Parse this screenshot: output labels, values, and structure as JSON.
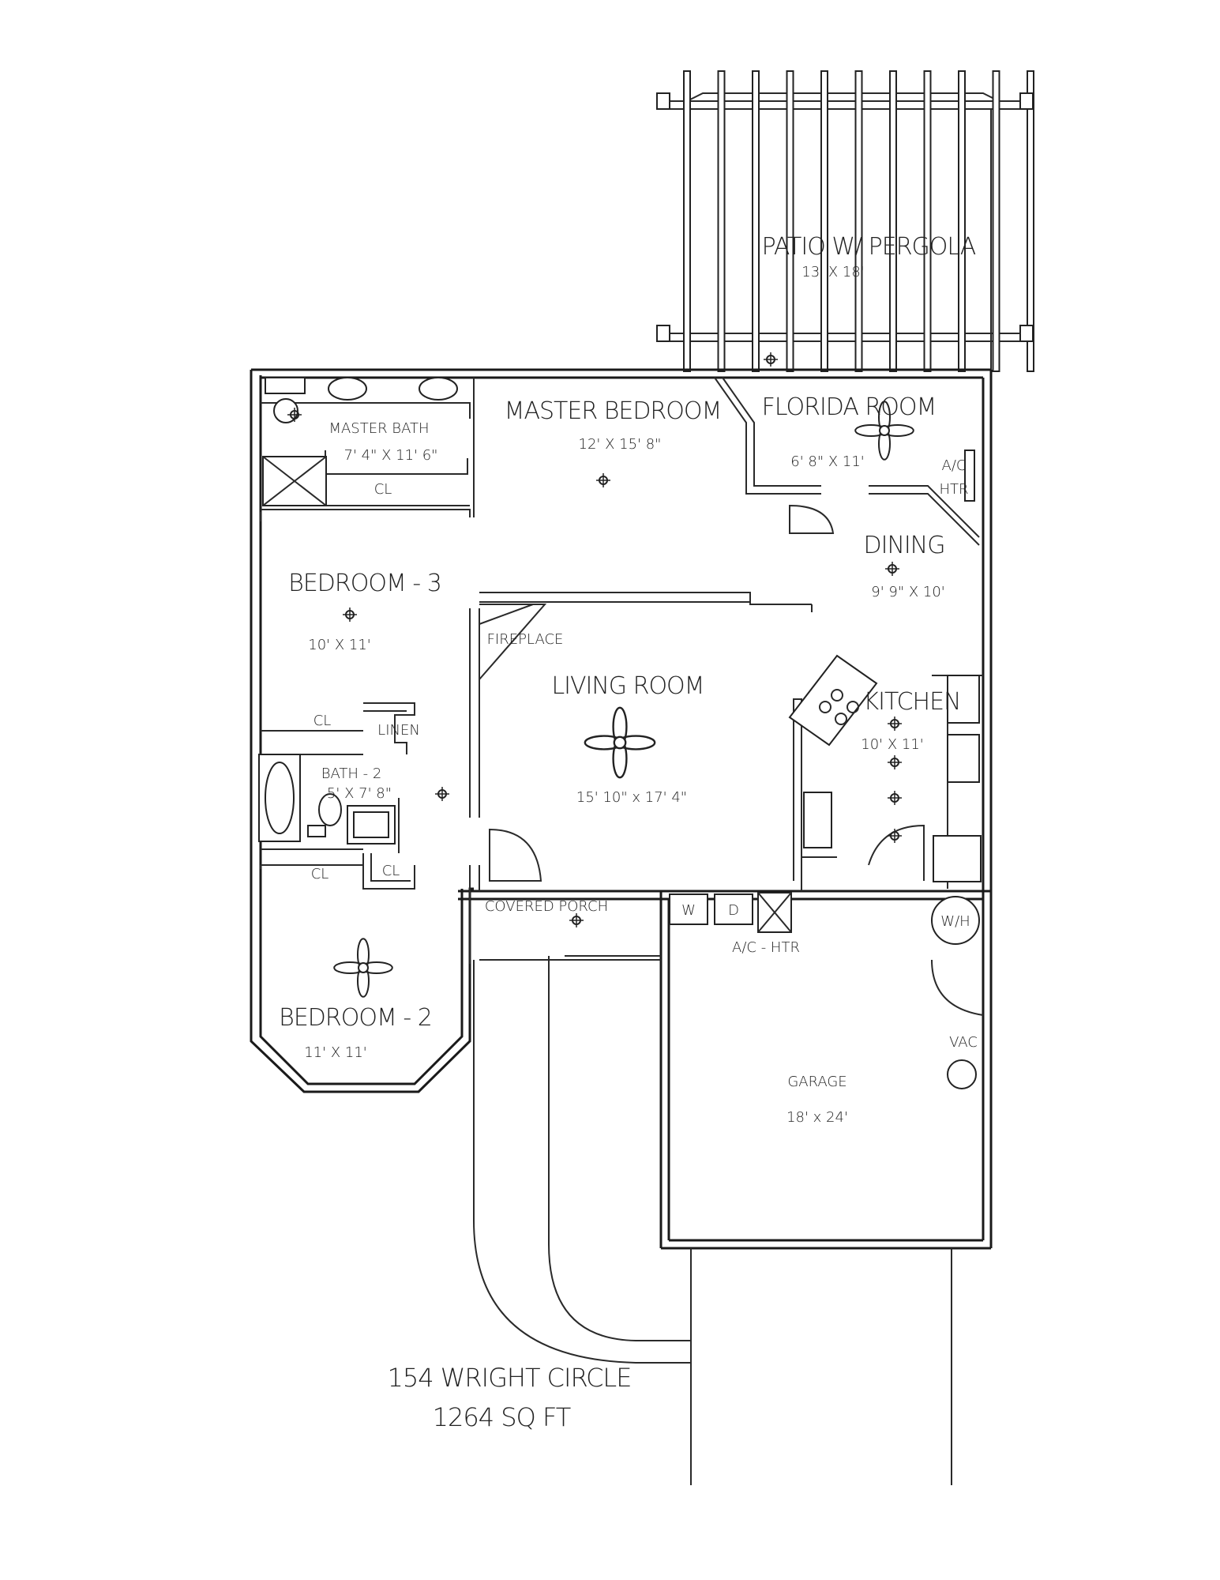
{
  "patio": {
    "name": "PATIO W/ PERGOLA",
    "size": "13' X 18'"
  },
  "master_bath": {
    "name": "MASTER BATH",
    "size": "7' 4\" X 11' 6\""
  },
  "master_bedroom": {
    "name": "MASTER BEDROOM",
    "size": "12' X 15' 8\""
  },
  "florida_room": {
    "name": "FLORIDA ROOM",
    "size": "6' 8\" X 11'"
  },
  "ac_heater_small": {
    "line1": "A/C",
    "line2": "HTR"
  },
  "dining": {
    "name": "DINING",
    "size": "9' 9\" X 10'"
  },
  "bedroom3": {
    "name": "BEDROOM - 3",
    "size": "10' X 11'"
  },
  "fireplace": {
    "name": "FIREPLACE"
  },
  "living_room": {
    "name": "LIVING ROOM",
    "size": "15' 10\" x 17' 4\""
  },
  "kitchen": {
    "name": "KITCHEN",
    "size": "10' X 11'"
  },
  "bath2": {
    "name": "BATH - 2",
    "size": "5' X 7' 8\""
  },
  "linen": {
    "name": "LINEN"
  },
  "closet": {
    "label": "CL"
  },
  "covered_porch": {
    "name": "COVERED PORCH"
  },
  "laundry": {
    "washer": "W",
    "dryer": "D"
  },
  "ac_heater": {
    "name": "A/C - HTR"
  },
  "water_heater": {
    "name": "W/H"
  },
  "bedroom2": {
    "name": "BEDROOM - 2",
    "size": "11' X 11'"
  },
  "vacuum": {
    "name": "VAC"
  },
  "garage": {
    "name": "GARAGE",
    "size": "18' x 24'"
  },
  "address": {
    "line1": "154 WRIGHT CIRCLE",
    "line2": "1264 SQ FT"
  }
}
